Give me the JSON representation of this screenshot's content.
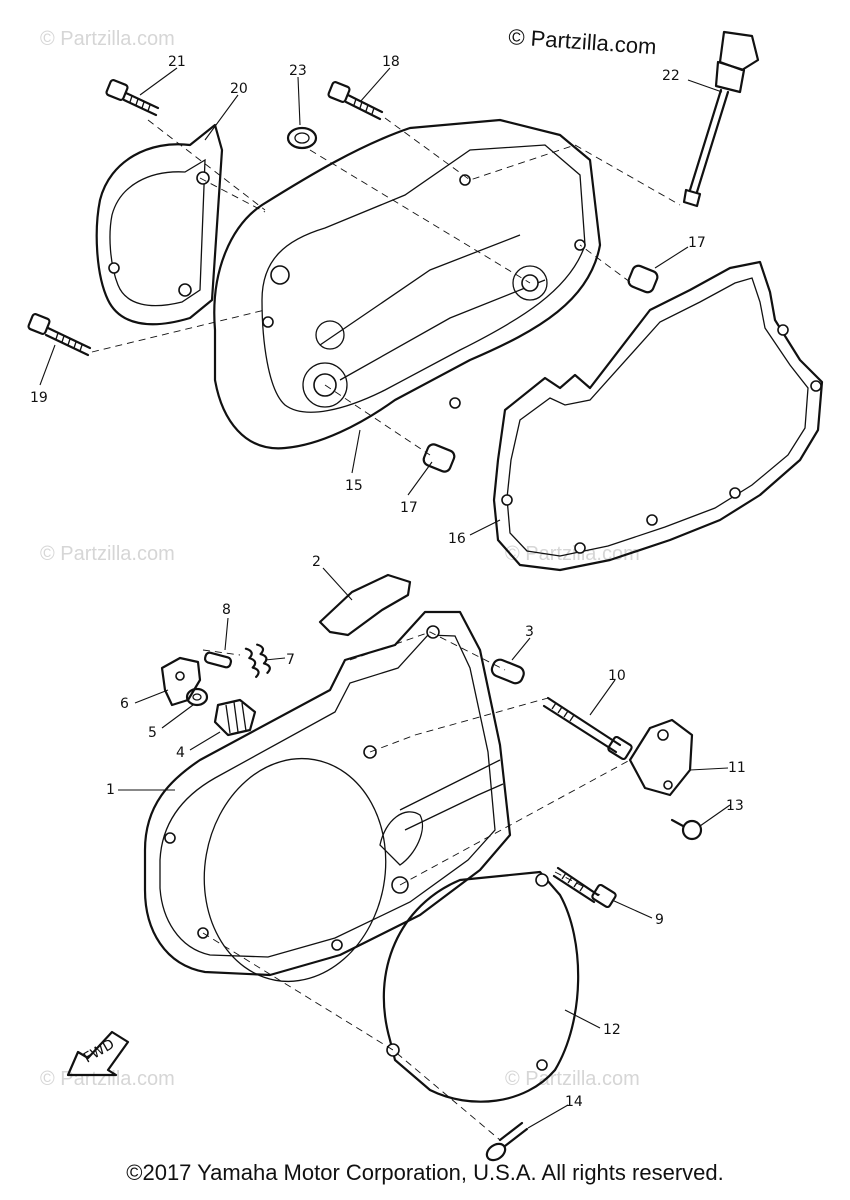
{
  "watermarks": {
    "top_right": "© Partzilla.com",
    "faint": "© Partzilla.com"
  },
  "callouts": {
    "c1": "1",
    "c2": "2",
    "c3": "3",
    "c4": "4",
    "c5": "5",
    "c6": "6",
    "c7": "7",
    "c8": "8",
    "c9": "9",
    "c10": "10",
    "c11": "11",
    "c12": "12",
    "c13": "13",
    "c14": "14",
    "c15": "15",
    "c16": "16",
    "c17a": "17",
    "c17b": "17",
    "c18": "18",
    "c19": "19",
    "c20": "20",
    "c21": "21",
    "c22": "22",
    "c23": "23"
  },
  "fwd_label": "FWD",
  "footer": {
    "copyright": "©2017 Yamaha Motor Corporation, U.S.A. All rights reserved."
  },
  "colors": {
    "line": "#111111",
    "watermark": "#d6d6d6",
    "background": "#ffffff"
  }
}
